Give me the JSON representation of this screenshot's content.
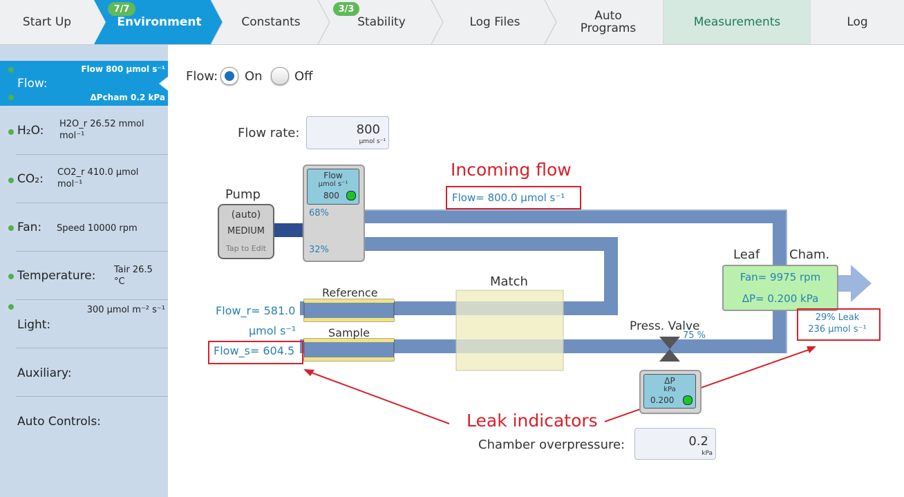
{
  "tabs": [
    {
      "label": "Start Up"
    },
    {
      "label": "Environment",
      "badge": "7/7"
    },
    {
      "label": "Constants"
    },
    {
      "label": "Stability",
      "badge": "3/3"
    },
    {
      "label": "Log Files"
    },
    {
      "label_line1": "Auto",
      "label_line2": "Programs"
    },
    {
      "label": "Measurements"
    },
    {
      "label": "Log"
    }
  ],
  "sidebar": {
    "items": [
      {
        "label": "Flow:",
        "value_top": "Flow 800 µmol s⁻¹",
        "value_bottom": "ΔPcham 0.2 kPa"
      },
      {
        "label": "H₂O:",
        "value_line1": "H2O_r 26.52 mmol",
        "value_line2": "mol⁻¹"
      },
      {
        "label": "CO₂:",
        "value_line1": "CO2_r 410.0 µmol",
        "value_line2": "mol⁻¹"
      },
      {
        "label": "Fan:",
        "value_line1": "Speed 10000 rpm"
      },
      {
        "label": "Temperature:",
        "value_line1": "Tair 26.5",
        "value_line2": "°C"
      },
      {
        "label": "Light:",
        "value_line1": "300 µmol m⁻² s⁻¹"
      },
      {
        "label": "Auxiliary:"
      },
      {
        "label": "Auto Controls:"
      }
    ]
  },
  "flow_toggle": {
    "label": "Flow:",
    "on_label": "On",
    "off_label": "Off",
    "selected": "On"
  },
  "flow_rate": {
    "label": "Flow rate:",
    "value": "800",
    "unit": "µmol s⁻¹"
  },
  "pump": {
    "title": "Pump",
    "mode": "(auto)",
    "level": "MEDIUM",
    "hint": "Tap to Edit"
  },
  "flow_meter": {
    "title": "Flow",
    "unit": "µmol s⁻¹",
    "value": "800",
    "split_top": "68%",
    "split_bottom": "32%"
  },
  "annotations": {
    "incoming": "Incoming flow",
    "leak": "Leak indicators"
  },
  "incoming_flow": "Flow= 800.0 µmol s⁻¹",
  "match_label": "Match",
  "reference": {
    "label": "Reference",
    "flow_line1": "Flow_r= 581.0",
    "flow_line2": "µmol s⁻¹"
  },
  "sample": {
    "label": "Sample",
    "flow": "Flow_s= 604.5"
  },
  "leaf_chamber": {
    "title_left": "Leaf",
    "title_right": "Cham.",
    "fan": "Fan= 9975 rpm",
    "dp": "ΔP= 0.200 kPa"
  },
  "leak": {
    "line1": "29% Leak",
    "line2": "236 µmol s⁻¹"
  },
  "press_valve": {
    "label": "Press. Valve",
    "percent": "75 %"
  },
  "dp_meter": {
    "title": "ΔP",
    "unit": "kPa",
    "value": "0.200"
  },
  "overpressure": {
    "label": "Chamber overpressure:",
    "value": "0.2",
    "unit": "kPa"
  },
  "colors": {
    "accent": "#1699db",
    "pipe": "#6f8fbf",
    "pipe_dark": "#2c4d8e",
    "leaf": "#b9f0ad",
    "status_green": "#1fc51f",
    "annotation_red": "#d8202a"
  }
}
